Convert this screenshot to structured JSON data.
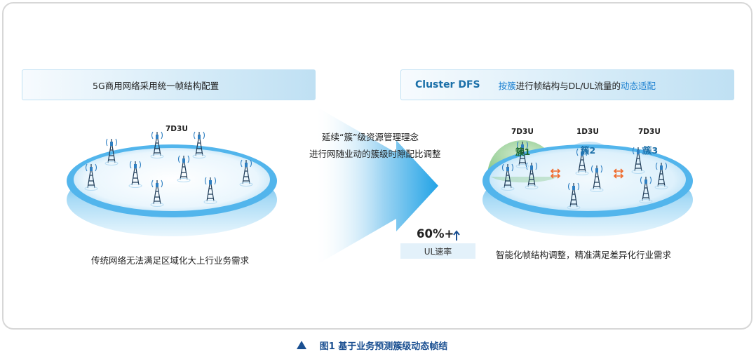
{
  "left_header": "5G商用网络采用统一帧结构配置",
  "left_slot": "7D3U",
  "left_caption": "传统网络无法满足区域化大上行业务需求",
  "middle_text_line1": "延续“簇”级资源管理理念",
  "middle_text_line2": "进行网随业动的簇级时隙配比调整",
  "rate_value": "60%+",
  "rate_label": "UL速率",
  "right_header": {
    "brand": "Cluster DFS",
    "part1": "按簇",
    "part2": "进行帧结构与DL/UL流量的",
    "part3": "动态适配"
  },
  "clusters": [
    {
      "slot": "7D3U",
      "name": "簇1"
    },
    {
      "slot": "1D3U",
      "name": "簇2"
    },
    {
      "slot": "7D3U",
      "name": "簇3"
    }
  ],
  "right_caption": "智能化帧结构调整，精准满足差异化行业需求",
  "figure_caption": "图1 基于业务预测簇级动态帧结",
  "colors": {
    "accent_blue": "#1a7fd0",
    "arrow_orange": "#ef6a2b",
    "cluster_green": "#7cc27e"
  }
}
